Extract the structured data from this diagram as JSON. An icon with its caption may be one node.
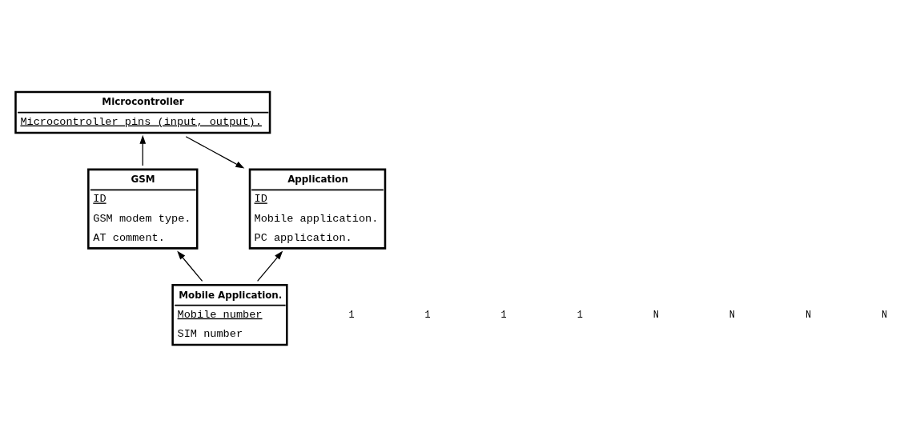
{
  "diagram": {
    "nodes": [
      {
        "text": [
          "Microcontroller",
          "Microcontroller pins (input, output)."
        ]
      },
      {
        "text": [
          "GSM",
          "ID",
          "GSM modem type.",
          "AT comment."
        ]
      },
      {
        "text": [
          "Application",
          "ID",
          "Mobile application.",
          "PC application."
        ]
      },
      {
        "text": [
          "Mobile Application.",
          "Mobile number",
          "SIM number"
        ]
      }
    ],
    "edges": [
      {
        "from": 1,
        "to": 0,
        "arrow": "to"
      },
      {
        "from": 0,
        "to": 2,
        "arrow": "to"
      },
      {
        "from": 3,
        "to": 1,
        "arrow": "to"
      },
      {
        "from": 3,
        "to": 2,
        "arrow": "to"
      }
    ],
    "labels": [
      "1",
      "1",
      "1",
      "1",
      "N",
      "N",
      "N",
      "N"
    ]
  }
}
